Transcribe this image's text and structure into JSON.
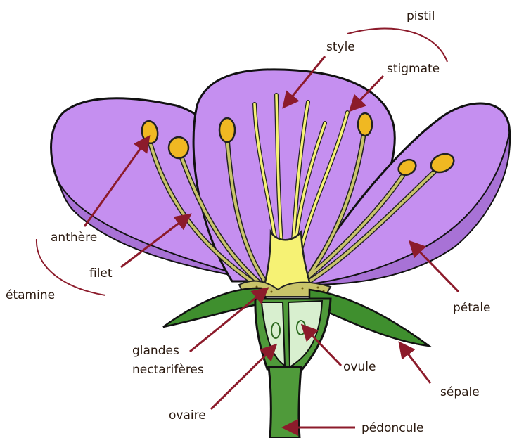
{
  "labels": {
    "pistil": "pistil",
    "style": "style",
    "stigmate": "stigmate",
    "anthere": "anthère",
    "filet": "filet",
    "etamine": "étamine",
    "petale": "pétale",
    "glandes_line1": "glandes",
    "glandes_line2": "nectarifères",
    "ovule": "ovule",
    "ovaire": "ovaire",
    "sepale": "sépale",
    "pedoncule": "pédoncule"
  },
  "colors": {
    "petal": "#c58ff0",
    "petal_shadow": "#a872d6",
    "filament": "#c9c46a",
    "anther": "#f0b822",
    "pistil": "#f6f274",
    "sepal": "#3f8f2e",
    "stem": "#4f9a3a",
    "ovary": "#d8efcf",
    "arrow": "#8c1b2b"
  }
}
